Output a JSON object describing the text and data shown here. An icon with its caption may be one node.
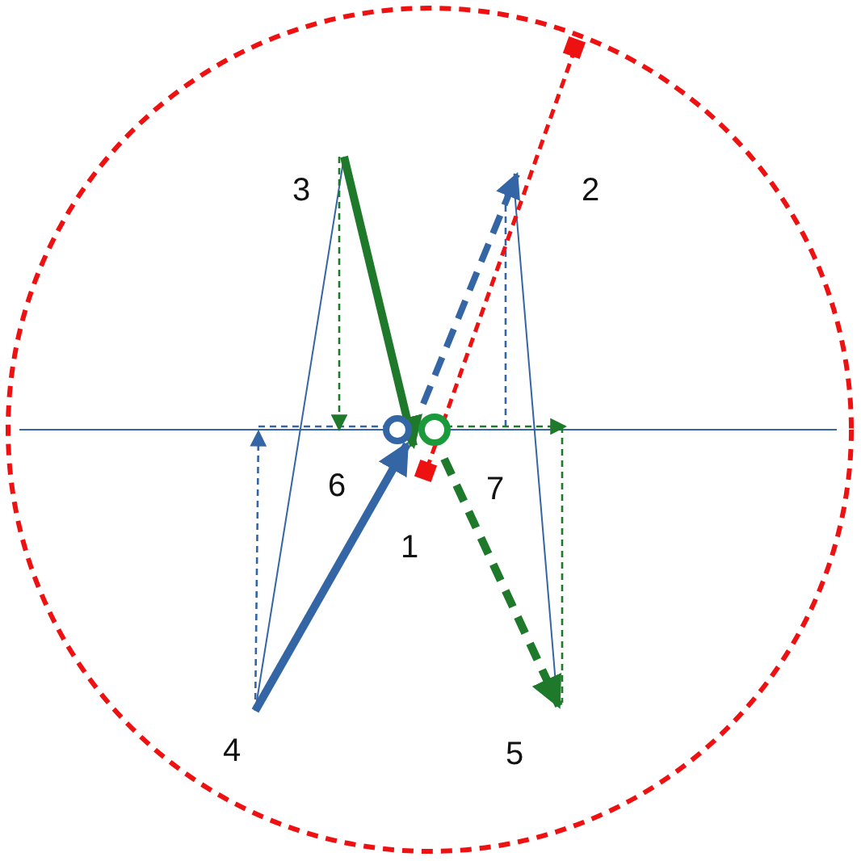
{
  "diagram": {
    "labels": [
      "3",
      "2",
      "6",
      "7",
      "1",
      "4",
      "5"
    ]
  }
}
